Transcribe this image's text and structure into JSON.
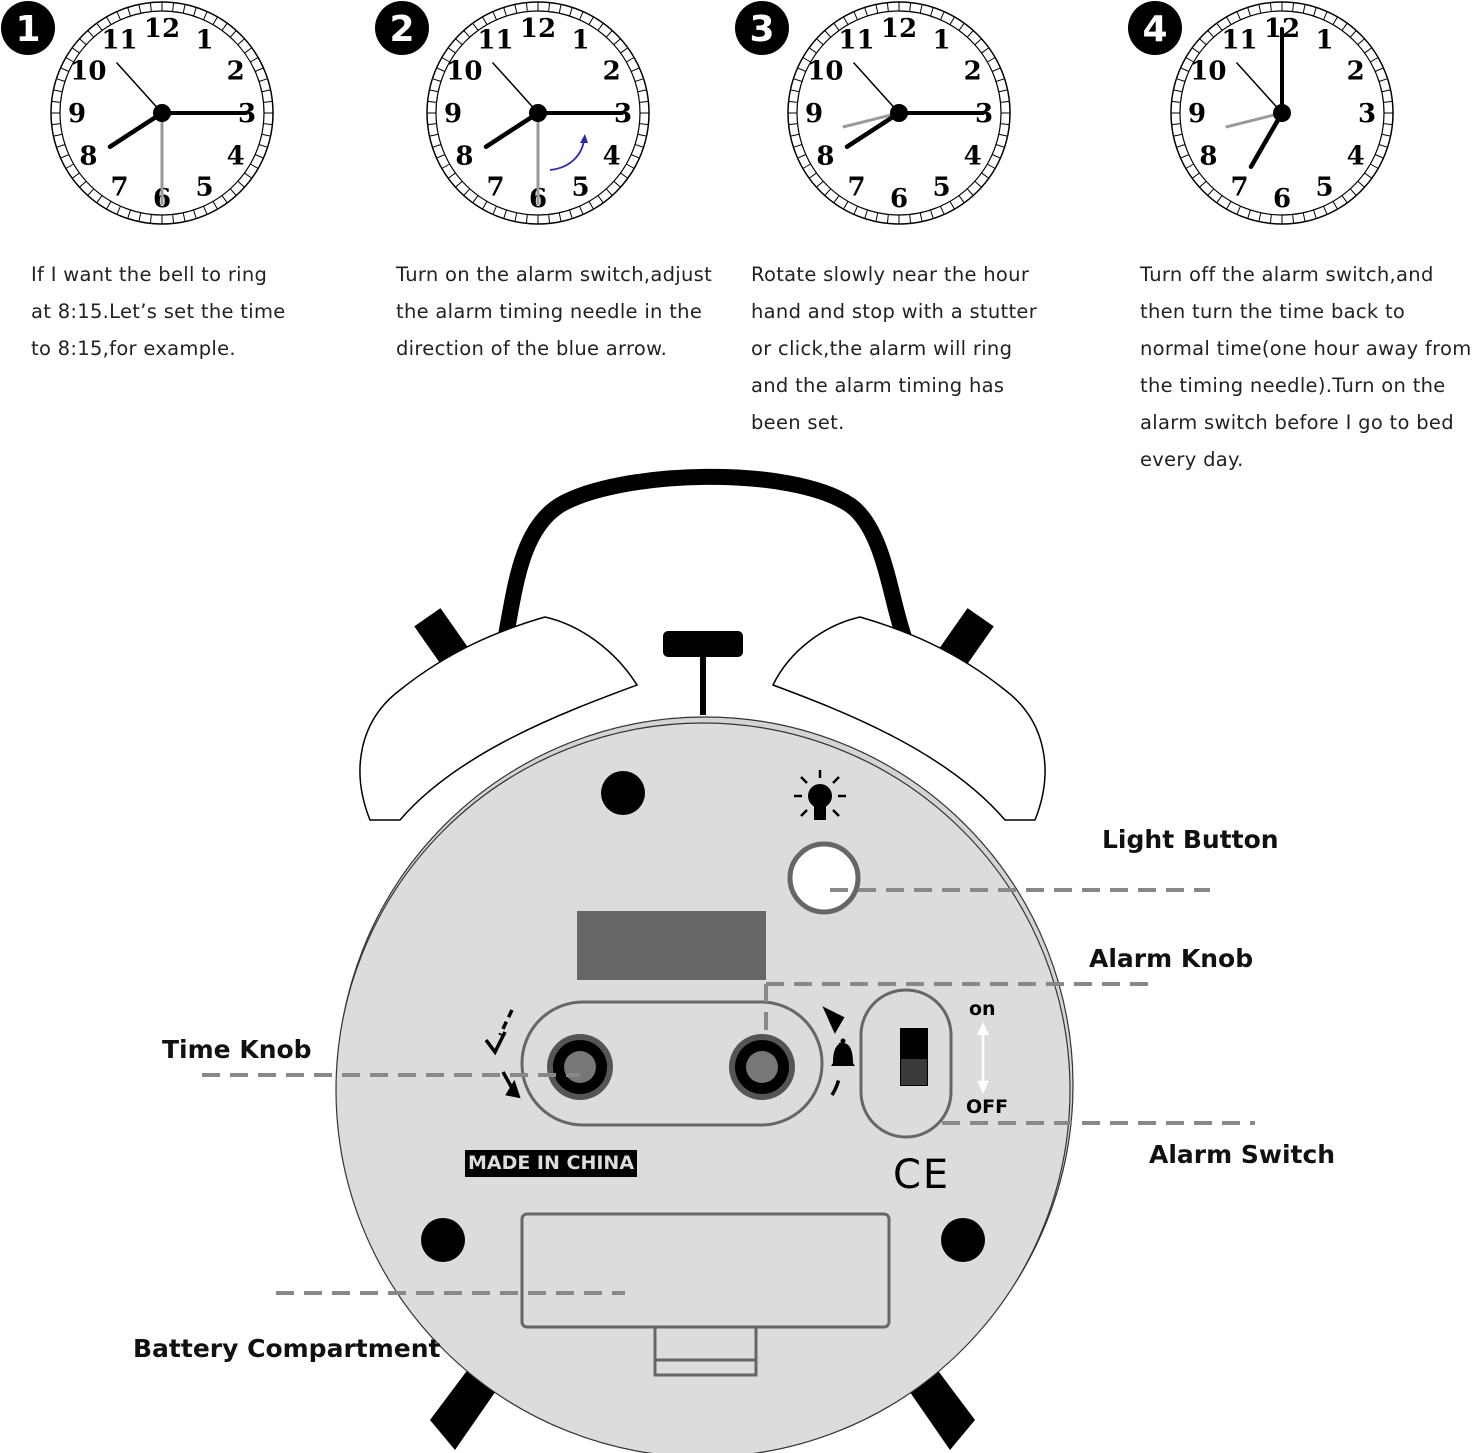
{
  "steps": [
    {
      "number": "1",
      "lines": [
        "If I want the bell to ring",
        "at 8:15.Let’s set the time",
        "to 8:15,for example."
      ],
      "hands": {
        "hour_deg": 237,
        "minute_deg": 90,
        "alarm_deg": 180,
        "needle_deg": 318
      },
      "blue_arrow": false
    },
    {
      "number": "2",
      "lines": [
        "Turn on the alarm switch,adjust",
        "the alarm timing needle in the",
        "direction of the blue arrow."
      ],
      "hands": {
        "hour_deg": 237,
        "minute_deg": 90,
        "alarm_deg": 180,
        "needle_deg": 318
      },
      "blue_arrow": true
    },
    {
      "number": "3",
      "lines": [
        "Rotate slowly near the hour",
        "hand and stop with a stutter",
        "or click,the alarm will ring",
        "and the alarm timing has",
        "been set."
      ],
      "hands": {
        "hour_deg": 237,
        "minute_deg": 90,
        "alarm_deg": 256,
        "needle_deg": 318
      },
      "blue_arrow": false
    },
    {
      "number": "4",
      "lines": [
        "Turn off the alarm switch,and",
        "then turn the time back to",
        "normal time(one hour away from",
        "the timing needle).Turn on the",
        "alarm switch before I go to bed",
        "every day."
      ],
      "hands": {
        "hour_deg": 210,
        "minute_deg": 0,
        "alarm_deg": 256,
        "needle_deg": 318
      },
      "blue_arrow": false
    }
  ],
  "clock_numerals": [
    "12",
    "1",
    "2",
    "3",
    "4",
    "5",
    "6",
    "7",
    "8",
    "9",
    "10",
    "11"
  ],
  "labels": {
    "light_button": "Light Button",
    "alarm_knob": "Alarm Knob",
    "time_knob": "Time Knob",
    "alarm_switch": "Alarm Switch",
    "battery_compartment": "Battery Compartment"
  },
  "device": {
    "made_in": "MADE IN CHINA",
    "ce_mark": "CE",
    "switch_on": "on",
    "switch_off": "OFF"
  },
  "colors": {
    "arrow_blue": "#2a2aa8",
    "body_gray": "#dcdcdc",
    "display_gray": "#666666",
    "dash_gray": "#888888"
  }
}
